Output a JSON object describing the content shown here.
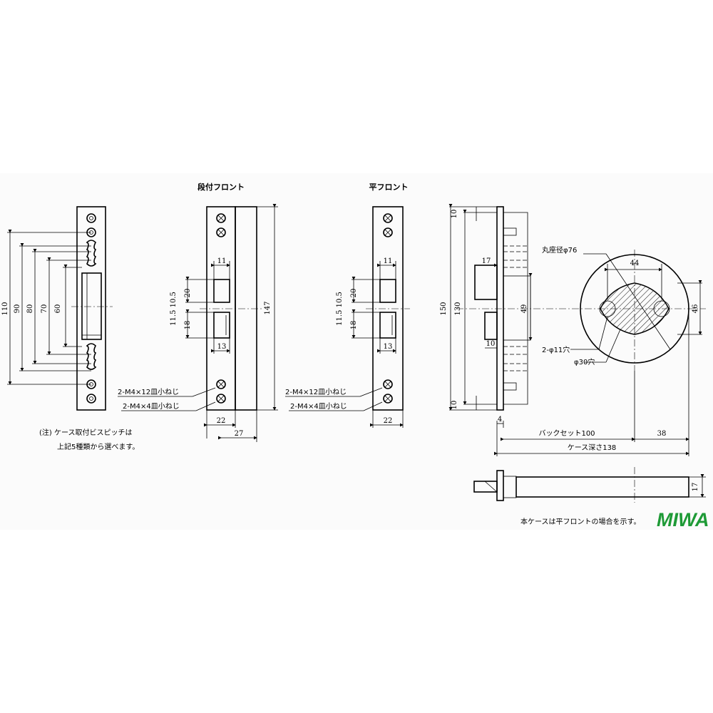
{
  "titles": {
    "flange_front": "段付フロント",
    "flat_front": "平フロント"
  },
  "front_plate_dims": {
    "d110": "110",
    "d90": "90",
    "d80": "80",
    "d70": "70",
    "d60": "60"
  },
  "flange_view_dims": {
    "d11": "11",
    "d20": "20",
    "d11_5_10_5": "11.5 10.5",
    "d18": "18",
    "d13": "13",
    "d147": "147",
    "d22": "22",
    "d27": "27",
    "screw1": "2-M4×12皿小ねじ",
    "screw2": "2-M4×4皿小ねじ"
  },
  "flat_view_dims": {
    "d11": "11",
    "d20": "20",
    "d11_5_10_5": "11.5 10.5",
    "d18": "18",
    "d13": "13",
    "d22": "22",
    "screw1": "2-M4×12皿小ねじ",
    "screw2": "2-M4×4皿小ねじ"
  },
  "side_view_dims": {
    "d10_top": "10",
    "d150": "150",
    "d130": "130",
    "d10_bottom": "10",
    "d17": "17",
    "d49": "49",
    "d10_mid": "10",
    "d4": "4",
    "rose": "丸座径φ76",
    "d44": "44",
    "d46": "46",
    "hole11": "2-φ11穴",
    "hole30": "φ30穴",
    "backset": "バックセット100",
    "d38": "38",
    "case_depth": "ケース深さ138",
    "d17_bottom": "17"
  },
  "notes": {
    "note_line1": "(注)  ケース取付ビスピッチは",
    "note_line2": "上記5種類から選べます。",
    "case_note": "本ケースは平フロントの場合を示す。"
  },
  "logo": "MIWA"
}
